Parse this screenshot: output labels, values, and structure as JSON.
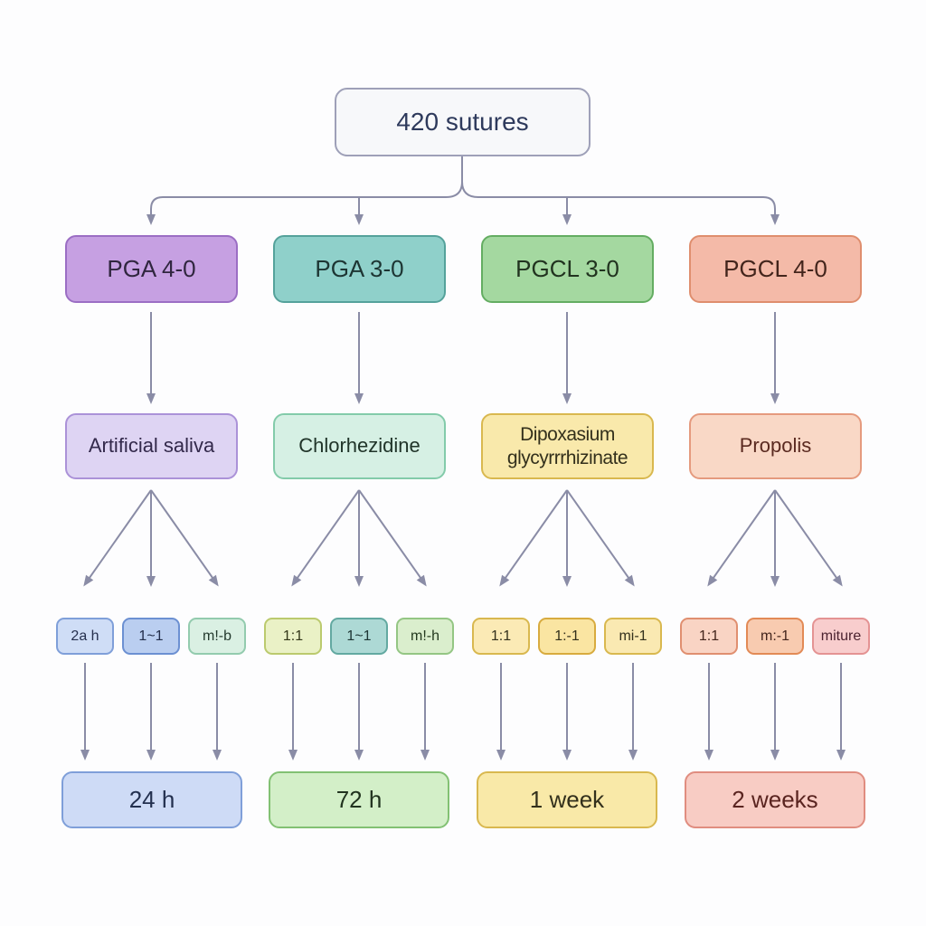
{
  "diagram_title": "420 sutures",
  "background_color": "#fdfdfe",
  "arrow_color": "#8a8ca6",
  "root": {
    "label": "420 sutures",
    "bg": "#f7f8fa",
    "border": "#9ea0b8",
    "text_color": "#2e3a5c"
  },
  "columns": [
    {
      "suture": "PGA 4-0",
      "treatment": "Artificial saliva",
      "ratios": [
        "2a h",
        "1~1",
        "m!-b"
      ],
      "duration": "24 h",
      "colors": {
        "suture_bg": "#c6a0e2",
        "suture_border": "#9b6ec4",
        "treatment_bg": "#ded4f3",
        "treatment_border": "#ab92d8",
        "ratio_bgs": [
          "#cfddf6",
          "#bacef0",
          "#daf0e3"
        ],
        "ratio_borders": [
          "#7f9fd9",
          "#6c90d2",
          "#93cbae"
        ],
        "duration_bg": "#cedbf6",
        "duration_border": "#7f9fd9"
      }
    },
    {
      "suture": "PGA 3-0",
      "treatment": "Chlorhezidine",
      "ratios": [
        "1:1",
        "1~1",
        "m!-h"
      ],
      "duration": "72 h",
      "colors": {
        "suture_bg": "#8fd0ca",
        "suture_border": "#55a29b",
        "treatment_bg": "#d6f0e4",
        "treatment_border": "#83cbaa",
        "ratio_bgs": [
          "#eaf1c6",
          "#add9d5",
          "#daeecd"
        ],
        "ratio_borders": [
          "#bbca6e",
          "#63a9a1",
          "#94c684"
        ],
        "duration_bg": "#d3efc8",
        "duration_border": "#82c173"
      }
    },
    {
      "suture": "PGCL 3-0",
      "treatment": "Dipoxasium glycyrrrhizinate",
      "ratios": [
        "1:1",
        "1:-1",
        "mi-1"
      ],
      "duration": "1 week",
      "colors": {
        "suture_bg": "#a4d8a0",
        "suture_border": "#64ad62",
        "treatment_bg": "#f9e9ab",
        "treatment_border": "#d9b84f",
        "ratio_bgs": [
          "#fbeab5",
          "#fae5a2",
          "#fae9b2"
        ],
        "ratio_borders": [
          "#d9b84f",
          "#d8ab3f",
          "#d9b84f"
        ],
        "duration_bg": "#f9e9a8",
        "duration_border": "#d9b84f"
      }
    },
    {
      "suture": "PGCL 4-0",
      "treatment": "Propolis",
      "ratios": [
        "1:1",
        "m:-1",
        "miture"
      ],
      "duration": "2 weeks",
      "colors": {
        "suture_bg": "#f4baa8",
        "suture_border": "#df8e6e",
        "treatment_bg": "#f9d8c6",
        "treatment_border": "#e59a7e",
        "ratio_bgs": [
          "#f9d4c4",
          "#f8cbb0",
          "#f8cdcd"
        ],
        "ratio_borders": [
          "#e08f70",
          "#e28a56",
          "#e49393"
        ],
        "duration_bg": "#f8ccc4",
        "duration_border": "#e08d80"
      }
    }
  ]
}
